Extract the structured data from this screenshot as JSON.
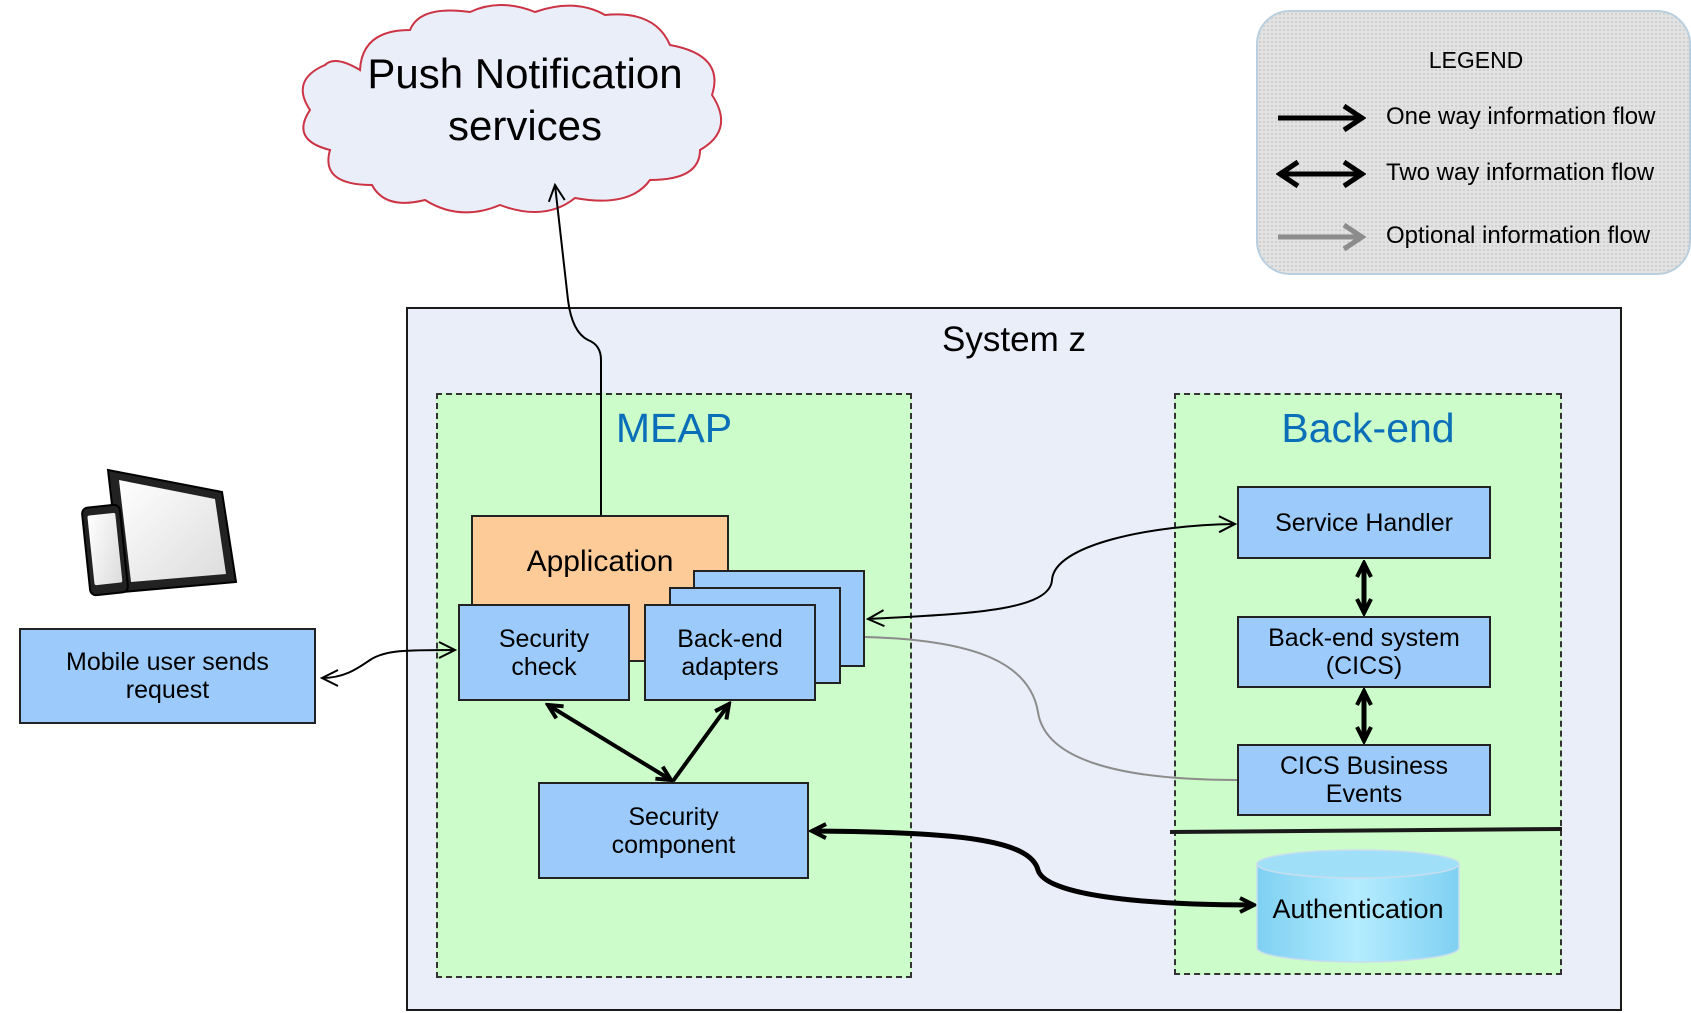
{
  "cloud": {
    "label": "Push Notification\nservices"
  },
  "legend": {
    "title": "LEGEND",
    "items": [
      {
        "label": "One way information flow"
      },
      {
        "label": "Two way information flow"
      },
      {
        "label": "Optional information flow"
      }
    ]
  },
  "system_z": {
    "title": "System z"
  },
  "meap": {
    "title": "MEAP",
    "application": "Application",
    "security_check": "Security\ncheck",
    "backend_adapters": "Back-end\nadapters",
    "security_component": "Security\ncomponent"
  },
  "backend": {
    "title": "Back-end",
    "service_handler": "Service Handler",
    "backend_system": "Back-end system\n(CICS)",
    "cics_events": "CICS Business\nEvents",
    "authentication": "Authentication"
  },
  "mobile": {
    "label": "Mobile user sends\nrequest"
  },
  "colors": {
    "zone_green": "#ccfcc9",
    "component_blue": "#9ccbfb",
    "application_orange": "#fdcb98",
    "system_bg": "#e9eef9",
    "title_blue": "#0a6fb8",
    "optional_gray": "#8c8c8c"
  }
}
